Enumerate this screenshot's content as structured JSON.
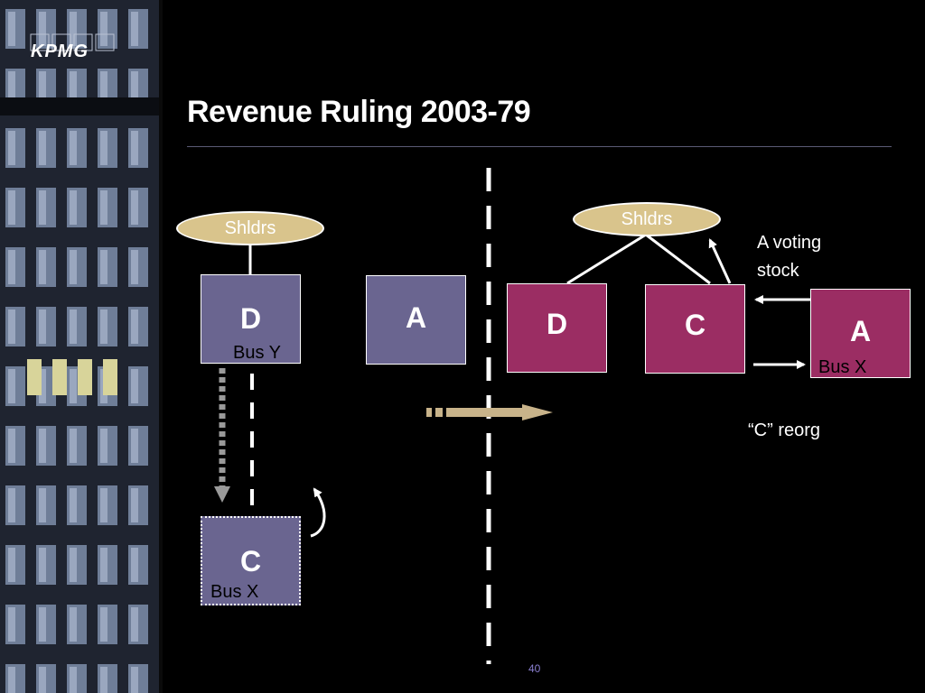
{
  "logo": {
    "text": "KPMG"
  },
  "slide": {
    "title": "Revenue Ruling 2003-79",
    "number": "40"
  },
  "colors": {
    "purple_box": "#6a6590",
    "magenta_box": "#9b2d63",
    "oval": "#d9c48c",
    "arrow": "#c8b38a"
  },
  "left": {
    "shareholders": "Shldrs",
    "d_label": "D",
    "d_business": "Bus Y",
    "a_label": "A",
    "c_label": "C",
    "c_business": "Bus X"
  },
  "right": {
    "shareholders": "Shldrs",
    "d_label": "D",
    "c_label": "C",
    "a_label": "A",
    "a_business": "Bus X",
    "voting_note_1": "A  voting",
    "voting_note_2": "stock",
    "reorg_note": "“C” reorg"
  }
}
